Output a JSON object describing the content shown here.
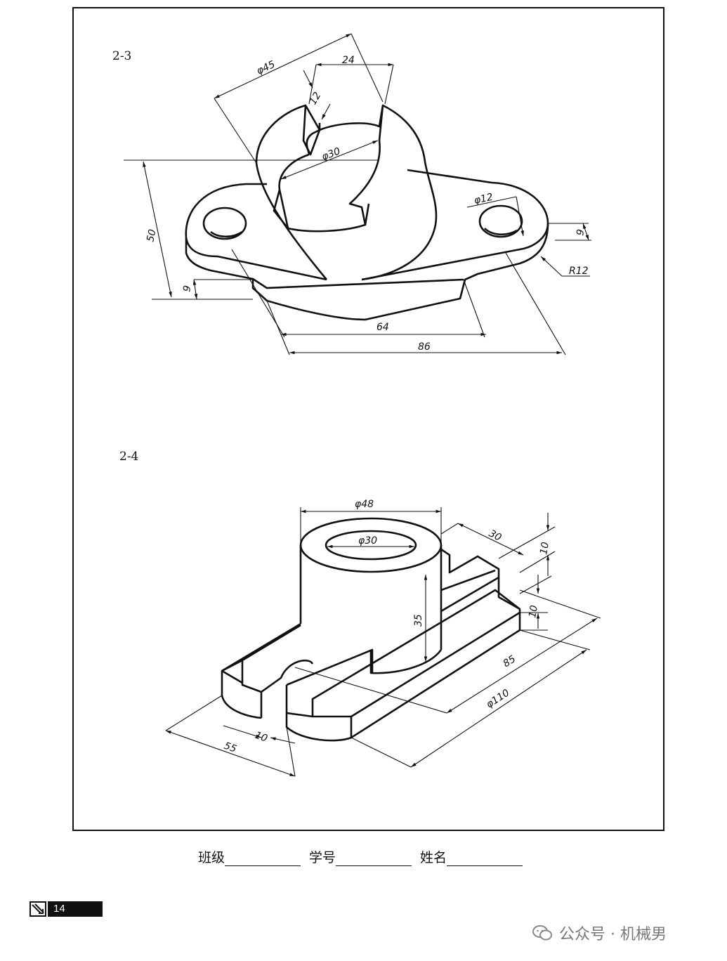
{
  "exercise_2_3": {
    "label": "2-3",
    "dimensions": {
      "d45": "φ45",
      "w24": "24",
      "w12": "12",
      "d30": "φ30",
      "h50": "50",
      "h9_left": "9",
      "d12": "φ12",
      "h9_right": "9",
      "r12": "R12",
      "l64": "64",
      "l86": "86"
    }
  },
  "exercise_2_4": {
    "label": "2-4",
    "dimensions": {
      "d48": "φ48",
      "d30": "φ30",
      "w30": "30",
      "h10_top": "10",
      "h10_mid": "10",
      "h35": "35",
      "l85": "85",
      "d110": "φ110",
      "w10": "10",
      "w55": "55"
    }
  },
  "footer": {
    "class_label": "班级",
    "student_no_label": "学号",
    "name_label": "姓名"
  },
  "page_number": "14",
  "watermark": {
    "text": "公众号 · 机械男",
    "icon": "wechat-icon"
  }
}
